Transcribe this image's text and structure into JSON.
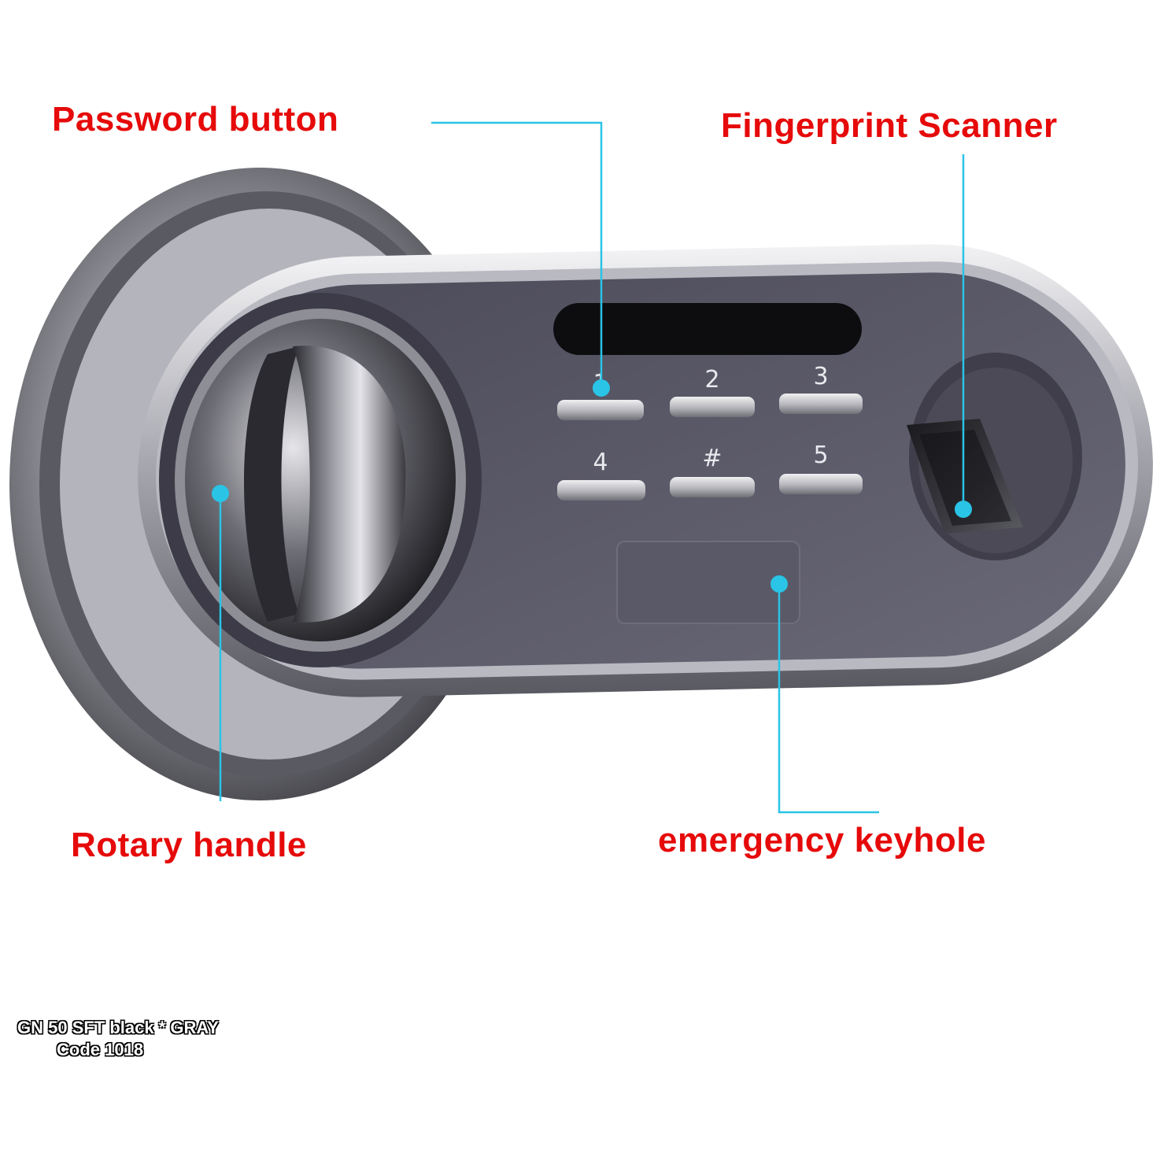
{
  "callouts": {
    "password_button": "Password button",
    "fingerprint_scanner": "Fingerprint Scanner",
    "rotary_handle": "Rotary handle",
    "emergency_keyhole": "emergency keyhole"
  },
  "keypad": {
    "keys": [
      "1",
      "2",
      "3",
      "4",
      "#",
      "5"
    ]
  },
  "watermark": {
    "line1": "GN 50 SFT  black * GRAY",
    "line2": "Code 1018"
  },
  "colors": {
    "label_text": "#e60a0a",
    "leader_line": "#29c4e6",
    "panel": "#5d5c6c",
    "bezel": "#b8b8c0"
  }
}
